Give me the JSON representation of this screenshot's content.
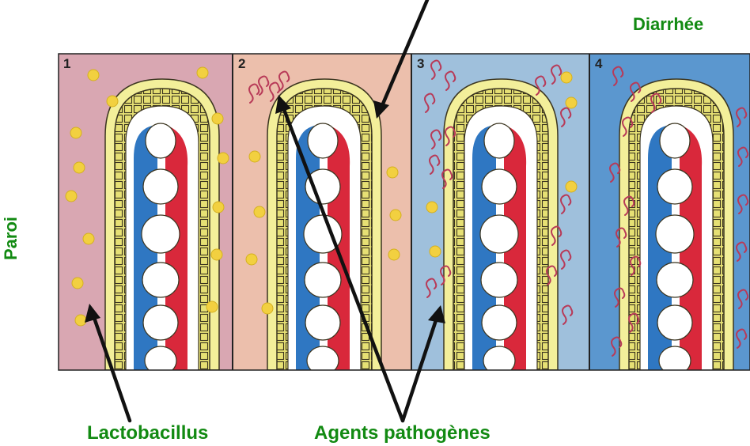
{
  "labels": {
    "diarrhee": "Diarrhée",
    "paroi": "Paroi",
    "lactobacillus": "Lactobacillus",
    "agents_pathogenes": "Agents pathogènes"
  },
  "panels": [
    {
      "number": "1"
    },
    {
      "number": "2"
    },
    {
      "number": "3"
    },
    {
      "number": "4"
    }
  ],
  "colors": {
    "label_green": "#128a12",
    "panel1_bg": "#d9a7b2",
    "panel2_bg": "#ecbfac",
    "panel3_bg": "#9fc0dc",
    "panel4_bg": "#5b97cf",
    "epithelium": "#e6e074",
    "vein": "#2f77c2",
    "artery": "#d9283b",
    "lactobacillus": "#f2d040",
    "pathogen": "#b83a58"
  },
  "icons": {
    "lactobacillus": "yellow-dot",
    "pathogen": "curly-bacterium"
  }
}
